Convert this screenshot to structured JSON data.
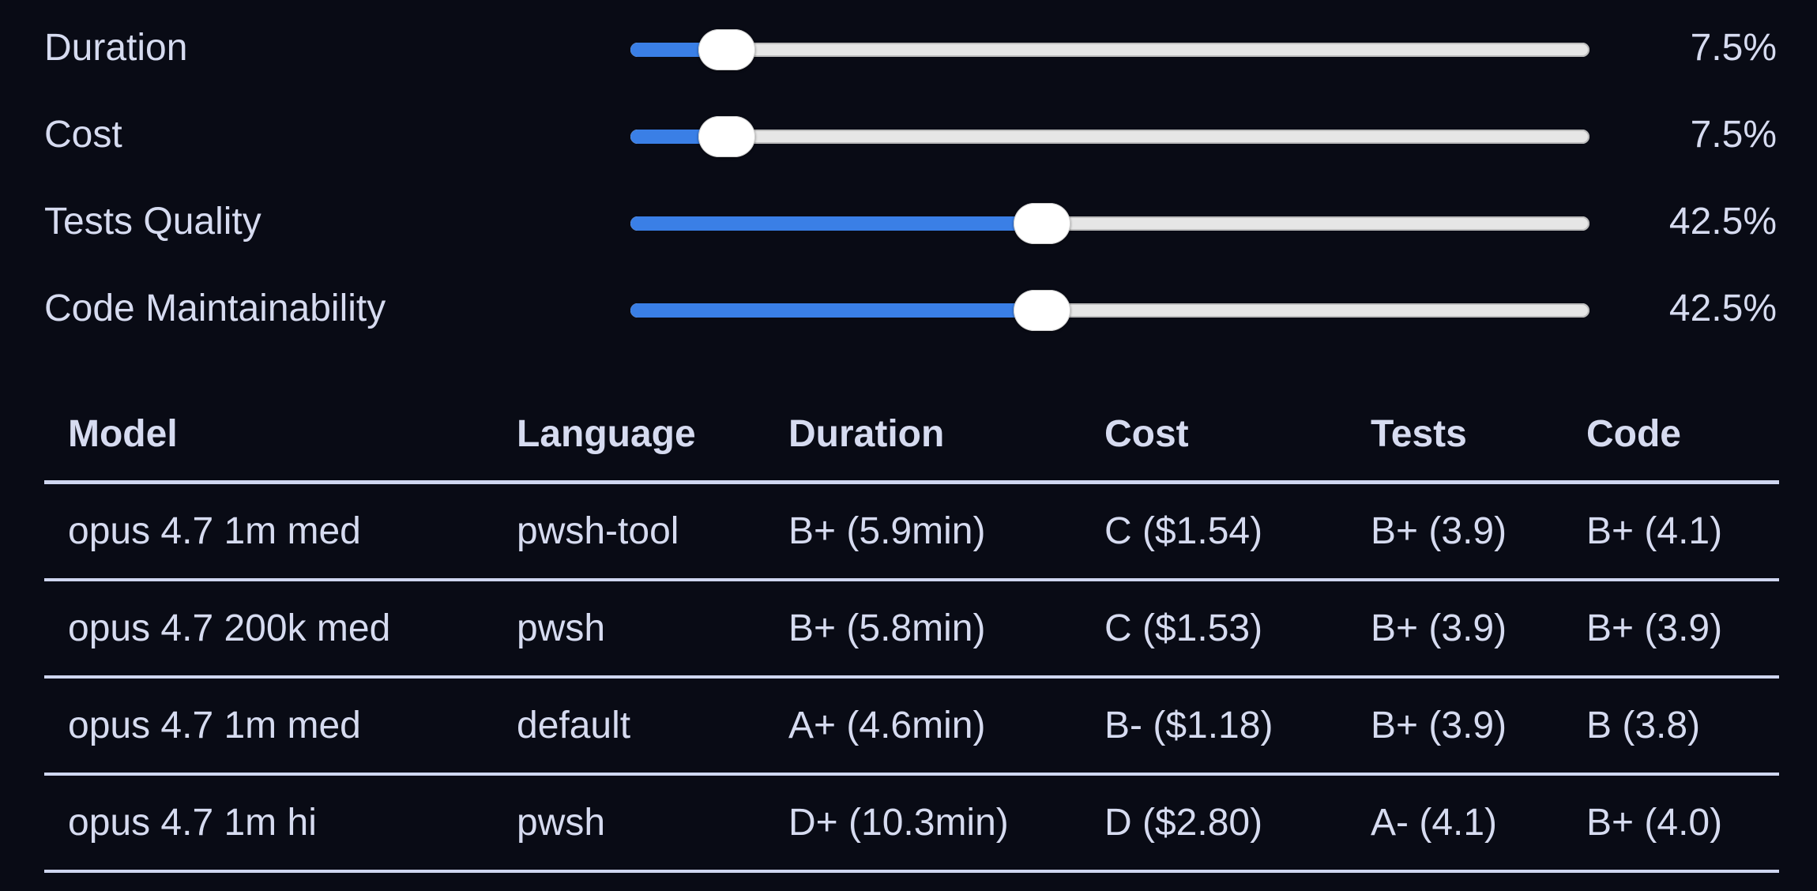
{
  "sliders": [
    {
      "label": "Duration",
      "value_text": "7.5%",
      "value": 7.5
    },
    {
      "label": "Cost",
      "value_text": "7.5%",
      "value": 7.5
    },
    {
      "label": "Tests Quality",
      "value_text": "42.5%",
      "value": 42.5
    },
    {
      "label": "Code Maintainability",
      "value_text": "42.5%",
      "value": 42.5
    }
  ],
  "slider_max": 100,
  "table": {
    "headers": {
      "model": "Model",
      "language": "Language",
      "duration": "Duration",
      "cost": "Cost",
      "tests": "Tests",
      "code": "Code"
    },
    "rows": [
      {
        "model": "opus 4.7 1m med",
        "language": "pwsh-tool",
        "duration": "B+ (5.9min)",
        "cost": "C ($1.54)",
        "tests": "B+ (3.9)",
        "code": "B+ (4.1)"
      },
      {
        "model": "opus 4.7 200k med",
        "language": "pwsh",
        "duration": "B+ (5.8min)",
        "cost": "C ($1.53)",
        "tests": "B+ (3.9)",
        "code": "B+ (3.9)"
      },
      {
        "model": "opus 4.7 1m med",
        "language": "default",
        "duration": "A+ (4.6min)",
        "cost": "B- ($1.18)",
        "tests": "B+ (3.9)",
        "code": "B (3.8)"
      },
      {
        "model": "opus 4.7 1m hi",
        "language": "pwsh",
        "duration": "D+ (10.3min)",
        "cost": "D ($2.80)",
        "tests": "A- (4.1)",
        "code": "B+ (4.0)"
      }
    ]
  },
  "colors": {
    "background": "#090b15",
    "text": "#d6dbf0",
    "slider_fill": "#3a7fe6",
    "slider_track": "#e6e6e6",
    "table_rule": "#cfd6f0"
  }
}
